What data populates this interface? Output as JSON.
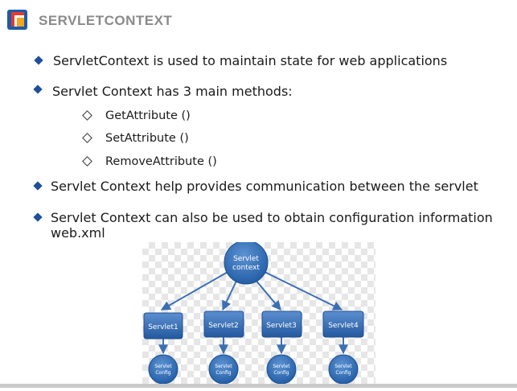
{
  "header": {
    "title": "SERVLETCONTEXT",
    "logo_icon": "slide-logo-icon"
  },
  "bullets": [
    "ServletContext is used to maintain state for web applications",
    "Servlet Context has  3 main methods:",
    "Servlet Context help provides communication between the servlet",
    "Servlet Context can also be used to obtain configuration information",
    "web.xml"
  ],
  "sub_bullets": [
    "GetAttribute ()",
    "SetAttribute ()",
    "RemoveAttribute ()"
  ],
  "diagram": {
    "root": [
      "Servlet",
      "context"
    ],
    "servlets": [
      "Servlet1",
      "Servlet2",
      "Servlet3",
      "Servlet4"
    ],
    "config_label": [
      "Servlet",
      "Config"
    ]
  },
  "colors": {
    "accent": "#1f4f9a",
    "title": "#8a8a8a",
    "node": "#2e6db0"
  }
}
